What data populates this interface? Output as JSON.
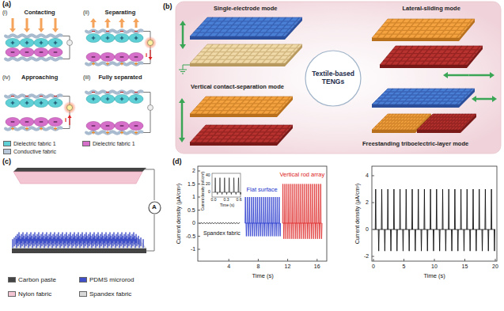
{
  "diagram": {
    "nodes": [
      {
        "text": [
          "Textile-based TENGs"
        ]
      },
      {
        "text": [
          "A"
        ]
      }
    ],
    "labels": [
      "(a)",
      "(i)",
      "Contacting",
      "(ii)",
      "Separating",
      "i",
      "(iv)",
      "Approaching",
      "i",
      "(iii)",
      "Fully separated",
      "(b)",
      "Single-electrode mode",
      "Lateral-sliding mode",
      "Vertical contact-separation mode",
      "Freestanding triboelectric-layer mode",
      "(c)",
      "(d)",
      "Current density (μA/cm²)",
      "2",
      "1.5",
      "1",
      "0.5",
      "0",
      "-0.5",
      "-1",
      "4",
      "8",
      "12",
      "16",
      "Time (s)",
      "Spandex fabric",
      "Flat surface",
      "Vertical rod array",
      "Current density (nA/cm²)",
      "40",
      "20",
      "0",
      "0.0",
      "0.3",
      "0.6",
      "Time (s)",
      "Current density (μA/cm²)",
      "4",
      "2",
      "0",
      "-2",
      "0",
      "5",
      "10",
      "15",
      "20",
      "Time (s)"
    ],
    "legend": [
      {
        "text": "Dielectric fabric 1",
        "color": "#5fd0d6"
      },
      {
        "text": "Dielectric fabric 1",
        "color": "#d66fc9"
      },
      {
        "text": "Conductive fabric",
        "color": "#b9c8d8"
      },
      {
        "text": "Carbon paste",
        "color": "#444444"
      },
      {
        "text": "PDMS microrod",
        "color": "#3f4fc8"
      },
      {
        "text": "Nylon fabric",
        "color": "#f4c6d4"
      },
      {
        "text": "Spandex fabric",
        "color": "#d9d9d9"
      }
    ]
  }
}
